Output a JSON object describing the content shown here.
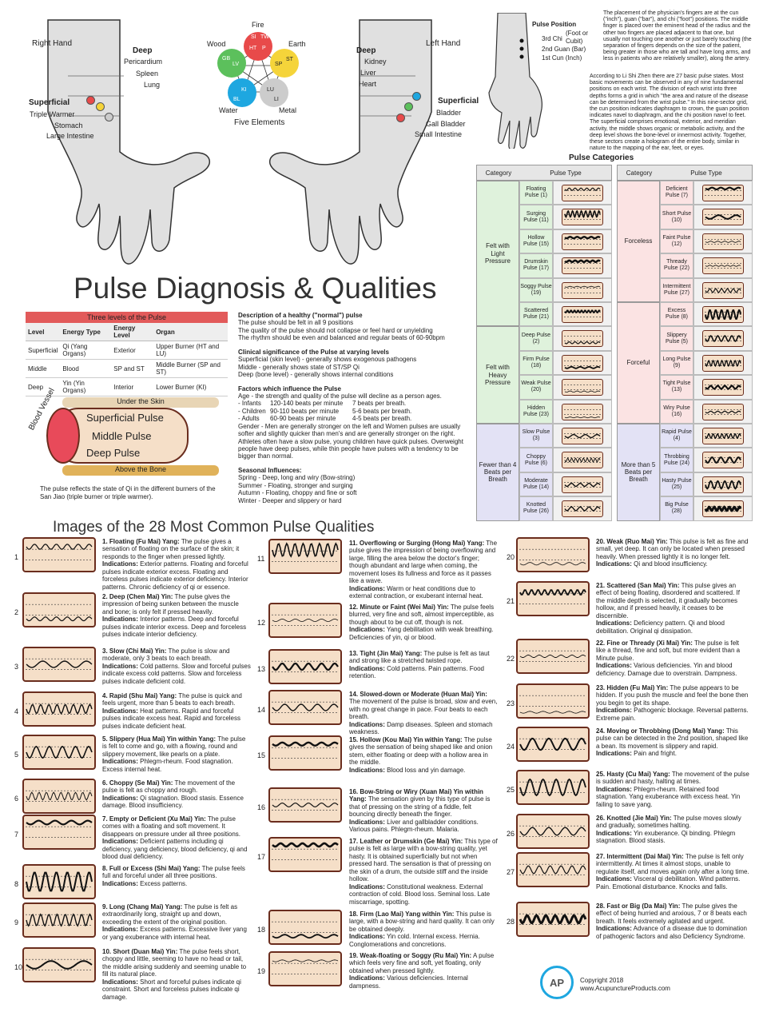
{
  "hands": {
    "right_hand": "Right Hand",
    "left_hand": "Left Hand",
    "deep": "Deep",
    "superficial": "Superficial",
    "right_deep": [
      "Pericardium",
      "Spleen",
      "Lung"
    ],
    "right_sup": [
      "Triple Warmer",
      "Stomach",
      "Large Intestine"
    ],
    "left_deep": [
      "Kidney",
      "Liver",
      "Heart"
    ],
    "left_sup": [
      "Bladder",
      "Gall Bladder",
      "Small Intestine"
    ],
    "elements": {
      "fire": "Fire",
      "earth": "Earth",
      "metal": "Metal",
      "water": "Water",
      "wood": "Wood",
      "caption": "Five Elements",
      "codes": [
        "SI",
        "TW",
        "HT",
        "P",
        "ST",
        "SP",
        "LU",
        "LI",
        "KI",
        "BL",
        "GB",
        "LV"
      ]
    },
    "colors": {
      "fire": "#e84a4a",
      "earth": "#f5d43a",
      "metal": "#cccccc",
      "water": "#1ea7e0",
      "wood": "#5cc05c"
    }
  },
  "position": {
    "title": "Pulse Position",
    "chi": "3rd Chi",
    "chi_note": "(Foot or Cubit)",
    "guan": "2nd Guan (Bar)",
    "cun": "1st Cun (Inch)",
    "p1": "The placement of the physician's fingers are at the cun (\"inch\"), guan (\"bar\"), and chi (\"foot\") positions. The middle finger is placed over the eminent head of the radius and the other two fingers are placed adjacent to that one, but usually not touching one another or just barely touching (the separation of fingers depends on the size of the patient, being greater in those who are tall and have long arms, and less in patients who are relatively smaller), along the artery.",
    "p2": "According to Li Shi Zhen there are 27 basic pulse states. Most basic movements can be observed in any of nine fundamental positions on each wrist. The division of each wrist into three depths forms a grid in which \"the area and nature of the disease can be determined from the wrist pulse.\" In this nine-sector grid, the cun position indicates diaphragm to crown, the guan position indicates navel to diaphragm, and the chi position navel to feet. The superficial comprises emotional, exterior, and meridian activity, the middle shows organic or metabolic activity, and the deep level shows the bone-level or innermost activity. Together, these sectors create a hologram of the entire body, similar in nature to the mapping of the ear, feet, or eyes."
  },
  "title": "Pulse Diagnosis & Qualities",
  "levels": {
    "caption": "Three levels of the Pulse",
    "headers": [
      "Level",
      "Energy Type",
      "Energy Level",
      "Organ"
    ],
    "rows": [
      [
        "Superficial",
        "Qi (Yang Organs)",
        "Exterior",
        "Upper Burner (HT and LU)"
      ],
      [
        "Middle",
        "Blood",
        "SP and ST",
        "Middle Burner (SP and ST)"
      ],
      [
        "Deep",
        "Yin (Yin Organs)",
        "Interior",
        "Lower Burner (KI)"
      ]
    ]
  },
  "vessel": {
    "label": "Blood Vessel",
    "under": "Under the Skin",
    "sup": "Superficial Pulse",
    "mid": "Middle Pulse",
    "deep": "Deep Pulse",
    "above": "Above the Bone",
    "note": "The pulse reflects the state of Qi in the different burners of the San Jiao (triple burner or triple warmer)."
  },
  "healthy": {
    "h1": "Description of a healthy (\"normal\") pulse",
    "l1": [
      "The pulse should be felt in all 9 positions",
      "The quality of the pulse should not collapse or feel hard or unyielding",
      "The rhythm should be even and balanced and regular beats of 60-90bpm"
    ],
    "h2": "Clinical significance of the Pulse at varying levels",
    "l2": [
      "Superficial (skin level) - generally shows exogenous pathogens",
      "Middle - generally shows state of ST/SP Qi",
      "Deep (bone level) - generally shows internal conditions"
    ],
    "h3": "Factors which influence the Pulse",
    "l3": [
      "Age - the strength and quality of the pulse will decline as a person ages."
    ],
    "ages": [
      [
        "- Infants",
        "120-140 beats per minute",
        "7 beats per breath."
      ],
      [
        "- Children",
        "90-110 beats per minute",
        "5-6 beats per breath."
      ],
      [
        "- Adults",
        "60-90 beats per minute",
        "4-5 beats per breath."
      ]
    ],
    "gender": "Gender - Men are generally stronger on the left and Women pulses are usually softer and slightly quicker than men's and are generally stronger on the right. Athletes often have a slow pulse, young children have quick pulses. Overweight people have deep pulses, while thin people have pulses with a tendency to be bigger than normal.",
    "h4": "Seasonal Influences:",
    "l4": [
      "Spring - Deep, long and wiry (Bow-string)",
      "Summer - Floating, stronger and surging",
      "Autumn - Floating, choppy and fine or soft",
      "Winter - Deeper and slippery or hard"
    ]
  },
  "categories": {
    "title": "Pulse Categories",
    "col_cat": "Category",
    "col_type": "Pulse Type",
    "left": [
      {
        "cat": "Felt with Light Pressure",
        "items": [
          "Floating Pulse (1)",
          "Surging Pulse (11)",
          "Hollow Pulse (15)",
          "Drumskin Pulse (17)",
          "Soggy Pulse (19)",
          "Scattered Pulse (21)"
        ],
        "color": "#dff2dc"
      },
      {
        "cat": "Felt with Heavy Pressure",
        "items": [
          "Deep Pulse (2)",
          "Firm Pulse (18)",
          "Weak Pulse (20)",
          "Hidden Pulse (23)"
        ],
        "color": "#dff2dc"
      },
      {
        "cat": "Fewer than 4 Beats per Breath",
        "items": [
          "Slow Pulse (3)",
          "Choppy Pulse (6)",
          "Moderate Pulse (14)",
          "Knotted Pulse (26)"
        ],
        "color": "#e3e2f5"
      }
    ],
    "right": [
      {
        "cat": "Forceless",
        "items": [
          "Deficient Pulse (7)",
          "Short Pulse (10)",
          "Faint Pulse (12)",
          "Thready Pulse (22)",
          "Intermittent Pulse (27)"
        ],
        "color": "#fbe3e3"
      },
      {
        "cat": "Forceful",
        "items": [
          "Excess Pulse (8)",
          "Slippery Pulse (5)",
          "Long Pulse (9)",
          "Tight Pulse (13)",
          "Wiry Pulse (16)"
        ],
        "color": "#fbe3e3"
      },
      {
        "cat": "More than 5 Beats per Breath",
        "items": [
          "Rapid Pulse (4)",
          "Throbbing Pulse (24)",
          "Hasty Pulse (25)",
          "Big Pulse (28)"
        ],
        "color": "#e3e2f5"
      }
    ]
  },
  "images_title": "Images of the 28 Most Common Pulse Qualities",
  "pulses": [
    {
      "n": "1",
      "h": "1. Floating (Fu Mai) Yang:",
      "t": " The pulse gives a sensation of floating on the surface of the skin; it responds to the finger when pressed lightly.",
      "i": " Exterior patterns. Floating and forceful pulses indicate exterior excess. Floating and forceless pulses indicate exterior deficiency. Interior patterns. Chronic deficiency of qi or essence."
    },
    {
      "n": "2",
      "h": "2. Deep (Chen Mai) Yin:",
      "t": " The pulse gives the impression of being sunken between the muscle and bone; is only felt if pressed heavily.",
      "i": " Interior patterns. Deep and forceful pulses indicate interior excess. Deep and forceless pulses indicate interior deficiency."
    },
    {
      "n": "3",
      "h": "3. Slow (Chi Mai) Yin:",
      "t": " The pulse is slow and moderate, only 3 beats to each breath.",
      "i": " Cold patterns. Slow and forceful pulses indicate excess cold patterns. Slow and forceless pulses indicate deficient cold."
    },
    {
      "n": "4",
      "h": "4. Rapid (Shu Mai) Yang:",
      "t": " The pulse is quick and feels urgent, more than 5 beats to each breath.",
      "i": " Heat patterns. Rapid and forceful pulses indicate excess heat. Rapid and forceless pulses indicate deficient heat."
    },
    {
      "n": "5",
      "h": "5. Slippery (Hua Mai) Yin within Yang:",
      "t": " The pulse is felt to come and go, with a flowing, round and slippery movement, like pearls on a plate.",
      "i": " Phlegm-rheum. Food stagnation. Excess internal heat."
    },
    {
      "n": "6",
      "h": "6. Choppy (Se Mai) Yin:",
      "t": " The movement of the pulse is felt as choppy and rough.",
      "i": " Qi stagnation. Blood stasis. Essence damage. Blood insufficiency."
    },
    {
      "n": "7",
      "h": "7. Empty or Deficient (Xu Mai) Yin:",
      "t": " The pulse comes with a floating and soft movement. It disappears on pressure under all three positions.",
      "i": " Deficient patterns including qi deficiency, yang deficiency, blood deficiency, qi and blood dual deficiency."
    },
    {
      "n": "8",
      "h": "8. Full or Excess (Shi Mai) Yang:",
      "t": " The pulse feels full and forceful under all three positions.",
      "i": " Excess patterns."
    },
    {
      "n": "9",
      "h": "9. Long (Chang Mai) Yang:",
      "t": " The pulse is felt as extraordinarily long, straight up and down, exceeding the extent of the original position.",
      "i": " Excess patterns. Excessive liver yang or yang exuberance with internal heat."
    },
    {
      "n": "10",
      "h": "10. Short (Duan Mai) Yin:",
      "t": " The pulse feels short, choppy and little, seeming to have no head or tail, the middle arising suddenly and seeming unable to fill its natural place.",
      "i": " Short and forceful pulses indicate qi constraint. Short and forceless pulses indicate qi damage."
    },
    {
      "n": "11",
      "h": "11. Overflowing or Surging (Hong Mai) Yang:",
      "t": " The pulse gives the impression of being overflowing and large, filling the area below the doctor's finger; though abundant and large when coming, the movement loses its fullness and force as it passes like a wave.",
      "i": " Warm or heat conditions due to external contraction, or exuberant internal heat."
    },
    {
      "n": "12",
      "h": "12. Minute or Faint (Wei Mai) Yin:",
      "t": " The pulse feels blurred, very fine and soft, almost imperceptible, as though about to be cut off, though is not.",
      "i": " Yang debilitation with weak breathing. Deficiencies of yin, qi or blood."
    },
    {
      "n": "13",
      "h": "13. Tight (Jin Mai) Yang:",
      "t": " The pulse is felt as taut and strong like a stretched twisted rope.",
      "i": " Cold patterns. Pain patterns. Food retention."
    },
    {
      "n": "14",
      "h": "14. Slowed-down or Moderate (Huan Mai) Yin:",
      "t": " The movement of the pulse is broad, slow and even, with no great change in pace. Four beats to each breath.",
      "i": " Damp diseases. Spleen and stomach weakness."
    },
    {
      "n": "15",
      "h": "15. Hollow (Kou Mai) Yin within Yang:",
      "t": " The pulse gives the sensation of being shaped like and onion stem, either floating or deep with a hollow area in the middle.",
      "i": " Blood loss and yin damage."
    },
    {
      "n": "16",
      "h": "16. Bow-String or Wiry (Xuan Mai) Yin within Yang:",
      "t": " The sensation given by this type of pulse is that of pressing on the string of a fiddle, felt bouncing directly beneath the finger.",
      "i": " Liver and gallbladder conditions. Various pains. Phlegm-rheum. Malaria."
    },
    {
      "n": "17",
      "h": "17. Leather or Drumskin (Ge Mai) Yin:",
      "t": " This type of pulse is felt as large with a bow-string quality, yet hasty. It is obtained superficially but not when pressed hard. The sensation is that of pressing on the skin of a drum, the outside stiff and the inside hollow.",
      "i": " Constitutional weakness. External contraction of cold. Blood loss. Seminal loss. Late miscarriage, spotting."
    },
    {
      "n": "18",
      "h": "18. Firm (Lao Mai) Yang within Yin:",
      "t": " This pulse is large, with a bow-string and hard quality. It can only be obtained deeply.",
      "i": " Yin cold. Internal excess. Hernia. Conglomerations and concretions."
    },
    {
      "n": "19",
      "h": "19. Weak-floating or Soggy (Ru Mai) Yin:",
      "t": " A pulse which feels very fine and soft, yet floating, only obtained when pressed lightly.",
      "i": " Various deficiencies. Internal dampness."
    },
    {
      "n": "20",
      "h": "20. Weak (Ruo Mai) Yin:",
      "t": " This pulse is felt as fine and small, yet deep. It can only be located when pressed heavily. When pressed lightly it is no longer felt.",
      "i": " Qi and blood insufficiency."
    },
    {
      "n": "21",
      "h": "21. Scattered (San Mai) Yin:",
      "t": " This pulse gives an effect of being floating, disordered and scattered. If the middle depth is selected, it gradually becomes hollow, and if pressed heavily, it ceases to be discernible.",
      "i": " Deficiency pattern. Qi and blood debilitation. Original qi dissipation."
    },
    {
      "n": "22",
      "h": "22. Fine or Thready (Xi Mai) Yin:",
      "t": " The pulse is felt like a thread, fine and soft, but more evident than a Minute pulse.",
      "i": " Various deficiencies. Yin and blood deficiency. Damage due to overstrain. Dampness."
    },
    {
      "n": "23",
      "h": "23. Hidden (Fu Mai) Yin:",
      "t": " The pulse appears to be hidden. If you push the muscle and feel the bone then you begin to get its shape.",
      "i": " Pathogenic blockage. Reversal patterns. Extreme pain."
    },
    {
      "n": "24",
      "h": "24. Moving or Throbbing (Dong Mai) Yang:",
      "t": " This pulse can be detected in the 2nd position, shaped like a bean. Its movement is slippery and rapid.",
      "i": " Pain and fright."
    },
    {
      "n": "25",
      "h": "25. Hasty (Cu Mai) Yang:",
      "t": " The movement of the pulse is sudden and hasty, halting at times.",
      "i": " Phlegm-rheum. Retained food stagnation. Yang exuberance with excess heat. Yin failing to save yang."
    },
    {
      "n": "26",
      "h": "26. Knotted (Jie Mai) Yin:",
      "t": " The pulse moves slowly and gradually, sometimes halting.",
      "i": " Yin exuberance. Qi binding. Phlegm stagnation. Blood stasis."
    },
    {
      "n": "27",
      "h": "27. Intermittent (Dai Mai) Yin:",
      "t": " The pulse is felt only intermittently. At times it almost stops, unable to regulate itself, and moves again only after a long time.",
      "i": " Visceral qi debilitation. Wind patterns. Pain. Emotional disturbance. Knocks and falls."
    },
    {
      "n": "28",
      "h": "28. Fast or Big (Da Mai) Yin:",
      "t": " The pulse gives the effect of being hurried and anxious, 7 or 8 beats each breath. It feels extremely agitated and urgent.",
      "i": " Advance of a disease due to domination of pathogenic factors and also Deficiency Syndrome."
    }
  ],
  "indications_label": "Indications:",
  "footer": {
    "copyright": "Copyright 2018",
    "site": "www.AcupunctureProducts.com",
    "logo": "AP"
  }
}
